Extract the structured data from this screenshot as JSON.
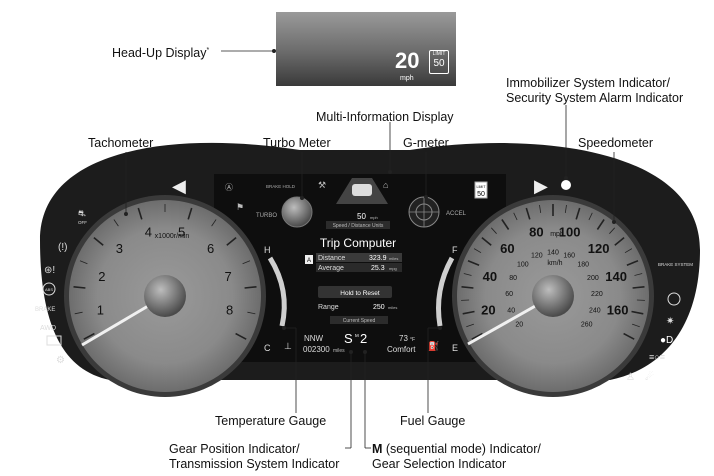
{
  "callouts": {
    "hud": "Head-Up Display",
    "hud_mark": "*",
    "immobilizer_line1": "Immobilizer System Indicator/",
    "immobilizer_line2": "Security System Alarm Indicator",
    "mid": "Multi-Information Display",
    "tachometer": "Tachometer",
    "turbo": "Turbo Meter",
    "gmeter": "G-meter",
    "speedometer": "Speedometer",
    "temp_gauge": "Temperature Gauge",
    "fuel_gauge": "Fuel Gauge",
    "gear_pos_line1": "Gear Position Indicator/",
    "gear_pos_line2": "Transmission System Indicator",
    "m_bold": "M",
    "m_line1_rest": " (sequential mode) Indicator/",
    "m_line2": "Gear Selection Indicator"
  },
  "hud": {
    "speed": "20",
    "unit": "mph",
    "limit_label": "LIMIT",
    "limit_value": "50"
  },
  "tach": {
    "ticks": [
      "1",
      "2",
      "3",
      "4",
      "5",
      "6",
      "7",
      "8"
    ],
    "unit": "x1000r/min"
  },
  "speedo": {
    "outer_ticks": [
      "20",
      "40",
      "60",
      "80",
      "100",
      "120",
      "140",
      "160"
    ],
    "unit": "mph",
    "inner_ticks": [
      "20",
      "40",
      "60",
      "80",
      "100",
      "120",
      "140",
      "160",
      "180",
      "200",
      "220",
      "240",
      "260"
    ],
    "inner_unit": "km/h"
  },
  "temp": {
    "hot": "H",
    "cold": "C"
  },
  "fuel": {
    "full": "F",
    "empty": "E"
  },
  "display": {
    "speed": "50",
    "speed_unit": "mph",
    "speed_tab": "Speed / Distance Units",
    "limit_label": "LIMIT",
    "limit_value": "50",
    "turbo": "TURBO",
    "accel": "ACCEL",
    "brake_hold": "BRAKE HOLD",
    "trip_title": "Trip Computer",
    "trip_badge": "A",
    "distance_label": "Distance",
    "distance_value": "323.9",
    "distance_unit": "miles",
    "average_label": "Average",
    "average_value": "25.3",
    "average_unit": "mpg",
    "hold_reset": "Hold to Reset",
    "range_label": "Range",
    "range_value": "250",
    "range_unit": "miles",
    "current_speed": "Current Speed",
    "compass": "NNW",
    "odometer": "002300",
    "odo_unit": "miles",
    "gear": "S",
    "gear_sub": "M",
    "gear_num": "2",
    "temp_out": "73",
    "temp_unit": "°F",
    "mode": "Comfort"
  },
  "tells": {
    "off": "OFF",
    "brake": "BRAKE",
    "awd": "AWD",
    "abs": "ABS",
    "brake_system": "BRAKE SYSTEM"
  }
}
